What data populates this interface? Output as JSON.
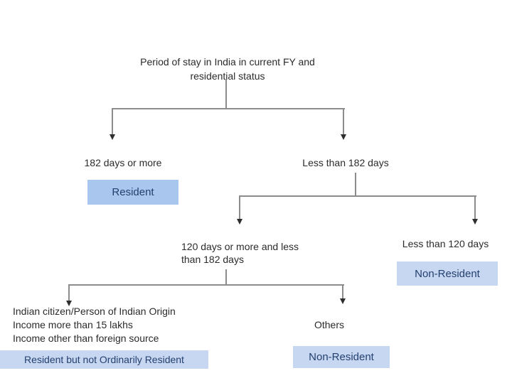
{
  "diagram": {
    "title": {
      "line1": "Period of stay in India in current FY and",
      "line2": "residential status"
    },
    "colors": {
      "background": "#ffffff",
      "connector": "#8c8c8c",
      "arrowhead": "#2e2e2e",
      "text": "#2b2b2b",
      "box_text": "#24406e",
      "resident_box_fill": "#a8c6ee",
      "light_box_fill": "#c7d7f2"
    },
    "branch_182_or_more": {
      "condition": "182 days or more",
      "result": "Resident"
    },
    "branch_less_182": {
      "condition": "Less than 182 days",
      "branch_120_or_more": {
        "condition_line1": "120 days or more and less",
        "condition_line2": "than 182 days",
        "branch_indian_citizen": {
          "condition_line1": "Indian citizen/Person of Indian Origin",
          "condition_line2": "Income more than 15 lakhs",
          "condition_line3": "Income other than foreign source",
          "result": "Resident but not Ordinarily Resident"
        },
        "branch_others": {
          "condition": "Others",
          "result": "Non-Resident"
        }
      },
      "branch_less_120": {
        "condition": "Less than 120 days",
        "result": "Non-Resident"
      }
    }
  }
}
